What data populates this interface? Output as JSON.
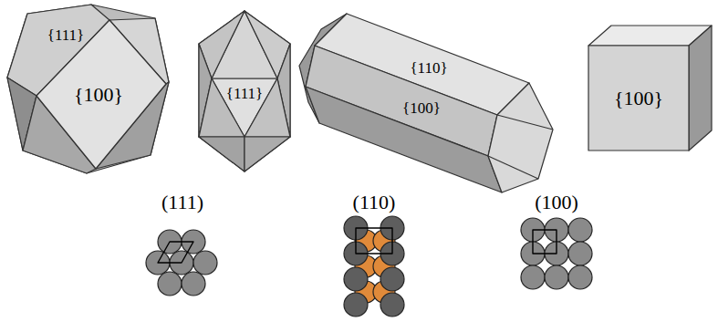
{
  "diagram": {
    "labels": [
      "{111}",
      "{100}",
      "{111}",
      "{110}",
      "{100}",
      "{100}",
      "(111)",
      "(110)",
      "(100)"
    ]
  }
}
